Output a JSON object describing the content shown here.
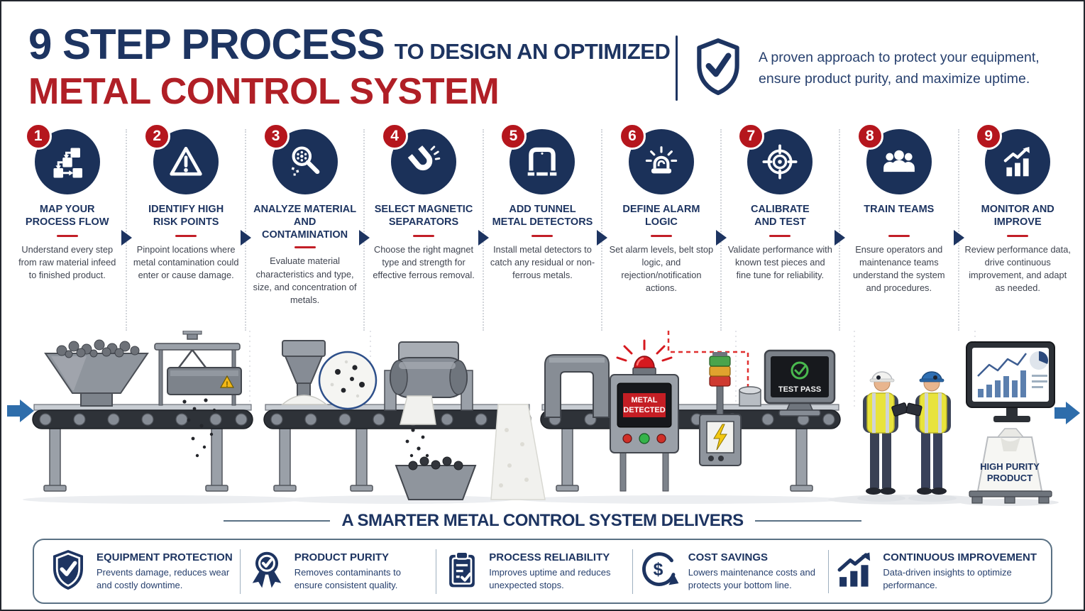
{
  "header": {
    "title_main": "9 STEP PROCESS",
    "title_kicker": "TO DESIGN AN OPTIMIZED",
    "title_line2": "METAL CONTROL SYSTEM",
    "tagline_line1": "A proven approach to protect your equipment,",
    "tagline_line2": "ensure product purity, and maximize uptime."
  },
  "colors": {
    "navy": "#1d3461",
    "icon_navy": "#1b3159",
    "red": "#b01f26",
    "badge_red": "#b5161d",
    "arrow_blue": "#2e6dab",
    "alarm_red": "#d6191f"
  },
  "steps": [
    {
      "number": "1",
      "icon": "flowchart-icon",
      "title1": "MAP YOUR",
      "title2": "PROCESS FLOW",
      "desc": "Understand every step from raw material infeed to finished product."
    },
    {
      "number": "2",
      "icon": "warning-triangle-icon",
      "title1": "IDENTIFY HIGH",
      "title2": "RISK POINTS",
      "desc": "Pinpoint locations where metal contamination could enter or cause damage."
    },
    {
      "number": "3",
      "icon": "magnifier-analysis-icon",
      "title1": "ANALYZE MATERIAL",
      "title2": "AND CONTAMINATION",
      "desc": "Evaluate material characteristics and type, size, and concentration of metals."
    },
    {
      "number": "4",
      "icon": "magnet-icon",
      "title1": "SELECT MAGNETIC",
      "title2": "SEPARATORS",
      "desc": "Choose the right magnet type and strength for effective ferrous removal."
    },
    {
      "number": "5",
      "icon": "tunnel-detector-icon",
      "title1": "ADD TUNNEL",
      "title2": "METAL DETECTORS",
      "desc": "Install metal detectors to catch any residual or non-ferrous metals."
    },
    {
      "number": "6",
      "icon": "alarm-siren-icon",
      "title1": "DEFINE ALARM",
      "title2": "LOGIC",
      "desc": "Set alarm levels, belt stop logic, and rejection/notification actions."
    },
    {
      "number": "7",
      "icon": "target-calibrate-icon",
      "title1": "CALIBRATE",
      "title2": "AND TEST",
      "desc": "Validate performance with known test pieces and fine tune for reliability."
    },
    {
      "number": "8",
      "icon": "team-icon",
      "title1": "TRAIN TEAMS",
      "title2": "",
      "desc": "Ensure operators and maintenance teams understand the system and procedures."
    },
    {
      "number": "9",
      "icon": "growth-chart-icon",
      "title1": "MONITOR AND",
      "title2": "IMPROVE",
      "desc": "Review performance data, drive continuous improvement, and adapt as needed."
    }
  ],
  "illustration": {
    "metal_detected_line1": "METAL",
    "metal_detected_line2": "DETECTED",
    "test_pass": "TEST PASS",
    "bag_line1": "HIGH PURITY",
    "bag_line2": "PRODUCT"
  },
  "footer": {
    "heading": "A SMARTER METAL CONTROL SYSTEM DELIVERS",
    "benefits": [
      {
        "icon": "shield-check-icon",
        "title": "EQUIPMENT PROTECTION",
        "desc": "Prevents damage, reduces wear and costly downtime."
      },
      {
        "icon": "medal-icon",
        "title": "PRODUCT PURITY",
        "desc": "Removes contaminants to ensure consistent quality."
      },
      {
        "icon": "clipboard-check-icon",
        "title": "PROCESS RELIABILITY",
        "desc": "Improves uptime and reduces unexpected stops."
      },
      {
        "icon": "cost-savings-icon",
        "title": "COST SAVINGS",
        "desc": "Lowers maintenance costs and protects your bottom line."
      },
      {
        "icon": "trend-up-icon",
        "title": "CONTINUOUS IMPROVEMENT",
        "desc": "Data-driven insights to optimize performance."
      }
    ]
  }
}
